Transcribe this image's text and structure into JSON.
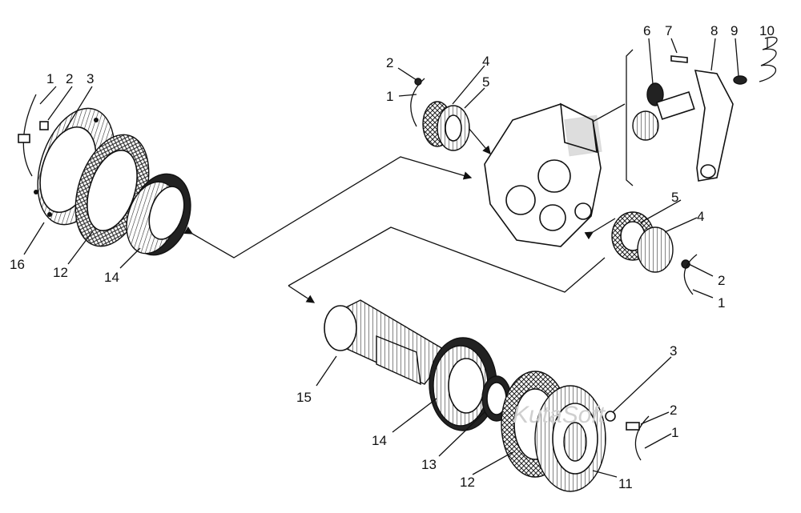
{
  "labels": [
    {
      "id": "l-left-1",
      "text": "1"
    },
    {
      "id": "l-left-2",
      "text": "2"
    },
    {
      "id": "l-left-3",
      "text": "3"
    },
    {
      "id": "l-left-16",
      "text": "16"
    },
    {
      "id": "l-left-12",
      "text": "12"
    },
    {
      "id": "l-left-14",
      "text": "14"
    },
    {
      "id": "l-mid-2",
      "text": "2"
    },
    {
      "id": "l-mid-4",
      "text": "4"
    },
    {
      "id": "l-mid-1",
      "text": "1"
    },
    {
      "id": "l-mid-5",
      "text": "5"
    },
    {
      "id": "l-top-6",
      "text": "6"
    },
    {
      "id": "l-top-7",
      "text": "7"
    },
    {
      "id": "l-top-8",
      "text": "8"
    },
    {
      "id": "l-top-9",
      "text": "9"
    },
    {
      "id": "l-top-10",
      "text": "10"
    },
    {
      "id": "l-right-5",
      "text": "5"
    },
    {
      "id": "l-right-4",
      "text": "4"
    },
    {
      "id": "l-right-2",
      "text": "2"
    },
    {
      "id": "l-right-1",
      "text": "1"
    },
    {
      "id": "l-bot-3",
      "text": "3"
    },
    {
      "id": "l-bot-2",
      "text": "2"
    },
    {
      "id": "l-bot-1",
      "text": "1"
    },
    {
      "id": "l-bot-15",
      "text": "15"
    },
    {
      "id": "l-bot-14",
      "text": "14"
    },
    {
      "id": "l-bot-13",
      "text": "13"
    },
    {
      "id": "l-bot-12",
      "text": "12"
    },
    {
      "id": "l-bot-11",
      "text": "11"
    }
  ],
  "watermark": "KutaSoft"
}
